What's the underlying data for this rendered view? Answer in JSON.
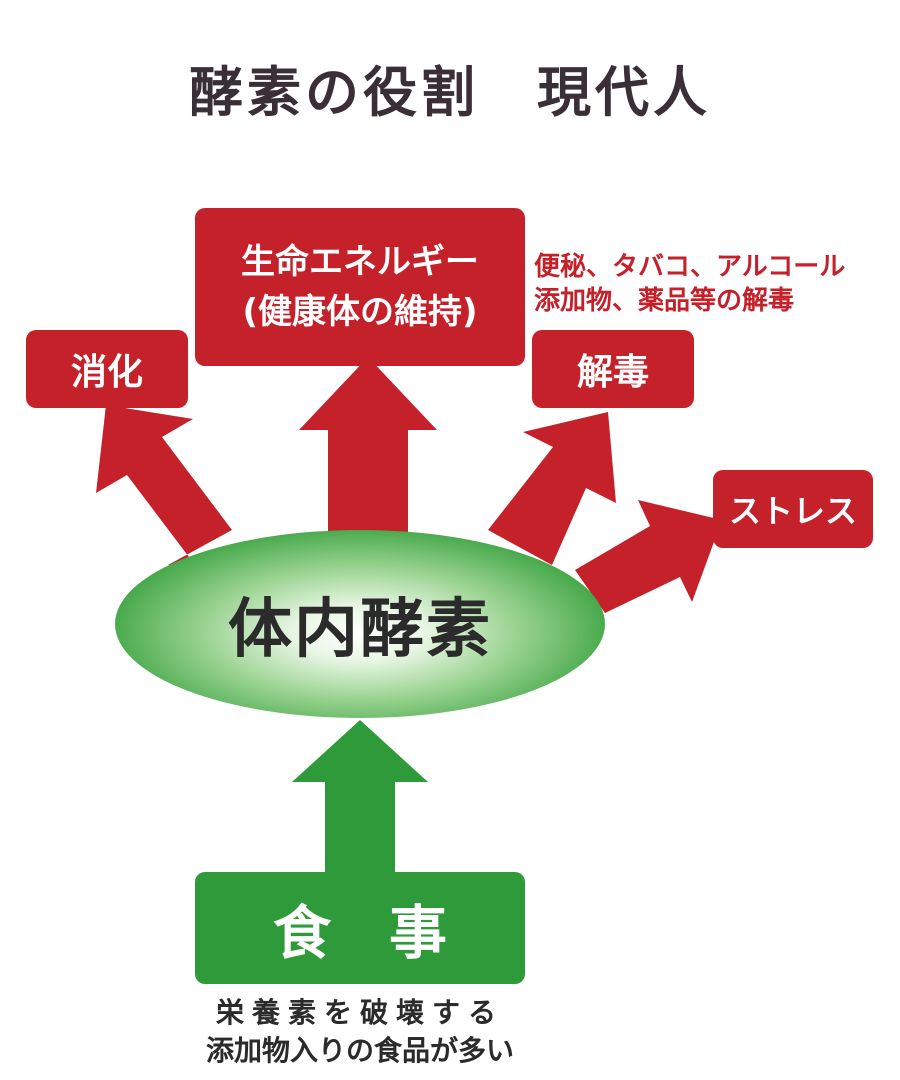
{
  "title": "酵素の役割　現代人",
  "boxes": {
    "digestion": "消化",
    "life_energy_line1": "生命エネルギー",
    "life_energy_line2": "(健康体の維持)",
    "detox": "解毒",
    "stress": "ストレス",
    "meal": "食　事"
  },
  "center": "体内酵素",
  "detox_note": {
    "line1": "便秘、タバコ、アルコール",
    "line2": "添加物、薬品等の解毒"
  },
  "meal_note": {
    "line1": "栄養素を破壊する",
    "line2": "添加物入りの食品が多い"
  },
  "colors": {
    "red": "#c4212b",
    "green": "#2f9a3a",
    "title": "#3a2f36"
  }
}
